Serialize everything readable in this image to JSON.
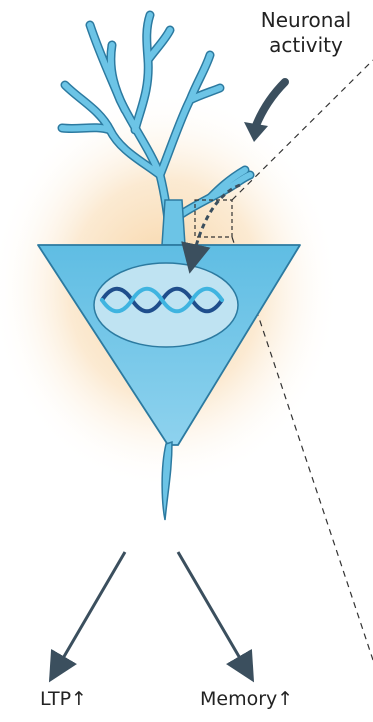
{
  "labels": {
    "neuronal_activity_line1": "Neuronal",
    "neuronal_activity_line2": "activity",
    "ltp": "LTP",
    "memory": "Memory",
    "increase_symbol": "↑"
  },
  "colors": {
    "neuron_fill": "#6cc4e6",
    "neuron_stroke": "#2c7aa0",
    "nucleus_fill": "#bfe3f2",
    "dna_dark": "#1f4e8c",
    "dna_light": "#3fb4e0",
    "arrow": "#3b4f5e",
    "glow": "#f6cf9a"
  },
  "icons": {
    "dna": "dna-helix-icon",
    "activity_arrow": "curved-arrow-icon",
    "signal_arrow": "dashed-arrow-icon"
  }
}
